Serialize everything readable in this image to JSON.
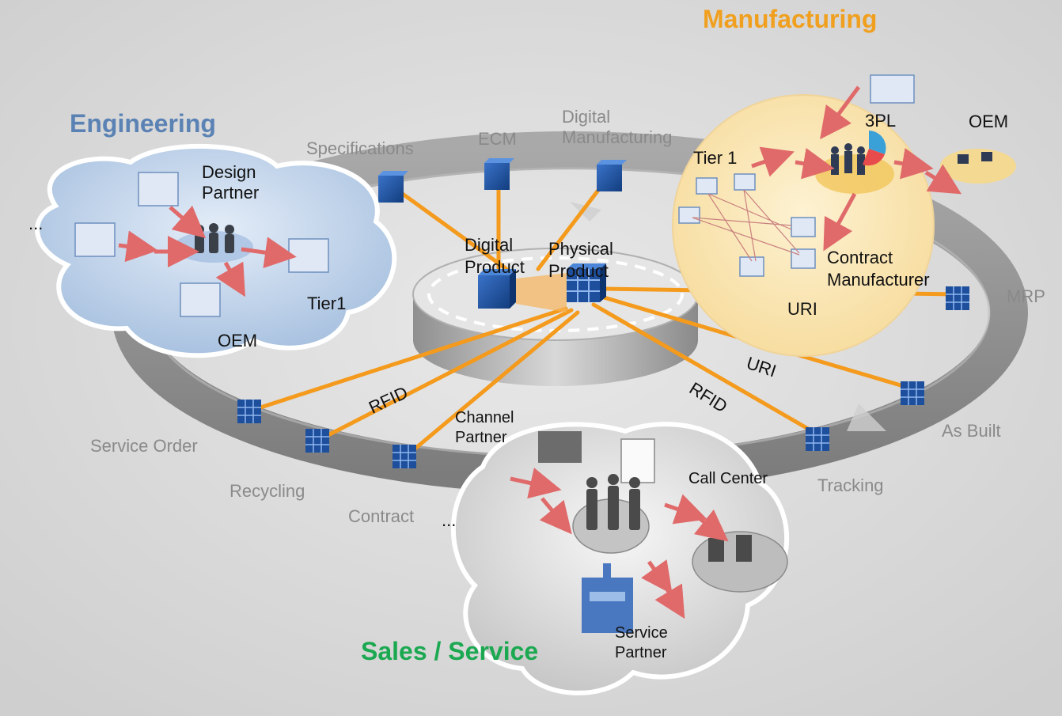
{
  "headings": {
    "engineering": "Engineering",
    "manufacturing": "Manufacturing",
    "sales_service": "Sales / Service"
  },
  "ring_labels": {
    "specifications": "Specifications",
    "ecm": "ECM",
    "digital_manufacturing": "Digital Manufacturing",
    "mrp": "MRP",
    "as_built": "As Built",
    "tracking": "Tracking",
    "contract": "Contract",
    "recycling": "Recycling",
    "service_order": "Service Order"
  },
  "hub_labels": {
    "digital_product": "Digital Product",
    "physical_product": "Physical Product"
  },
  "link_labels": {
    "uri_1": "URI",
    "uri_2": "URI",
    "rfid_1": "RFID",
    "rfid_2": "RFID"
  },
  "engineering_labels": {
    "design_partner": "Design Partner",
    "tier1": "Tier1",
    "oem": "OEM",
    "ellipsis": "..."
  },
  "manufacturing_labels": {
    "three_pl": "3PL",
    "oem": "OEM",
    "tier1": "Tier 1",
    "contract_manufacturer": "Contract Manufacturer"
  },
  "sales_labels": {
    "channel_partner": "Channel Partner",
    "call_center": "Call Center",
    "service_partner": "Service Partner",
    "ellipsis": "..."
  },
  "colors": {
    "engineering": "#5b82b4",
    "manufacturing": "#f0a01e",
    "sales_service": "#1aa850",
    "connector": "#f49a1c",
    "arrow": "#e06a6a",
    "cube": "#1e4f9c"
  }
}
